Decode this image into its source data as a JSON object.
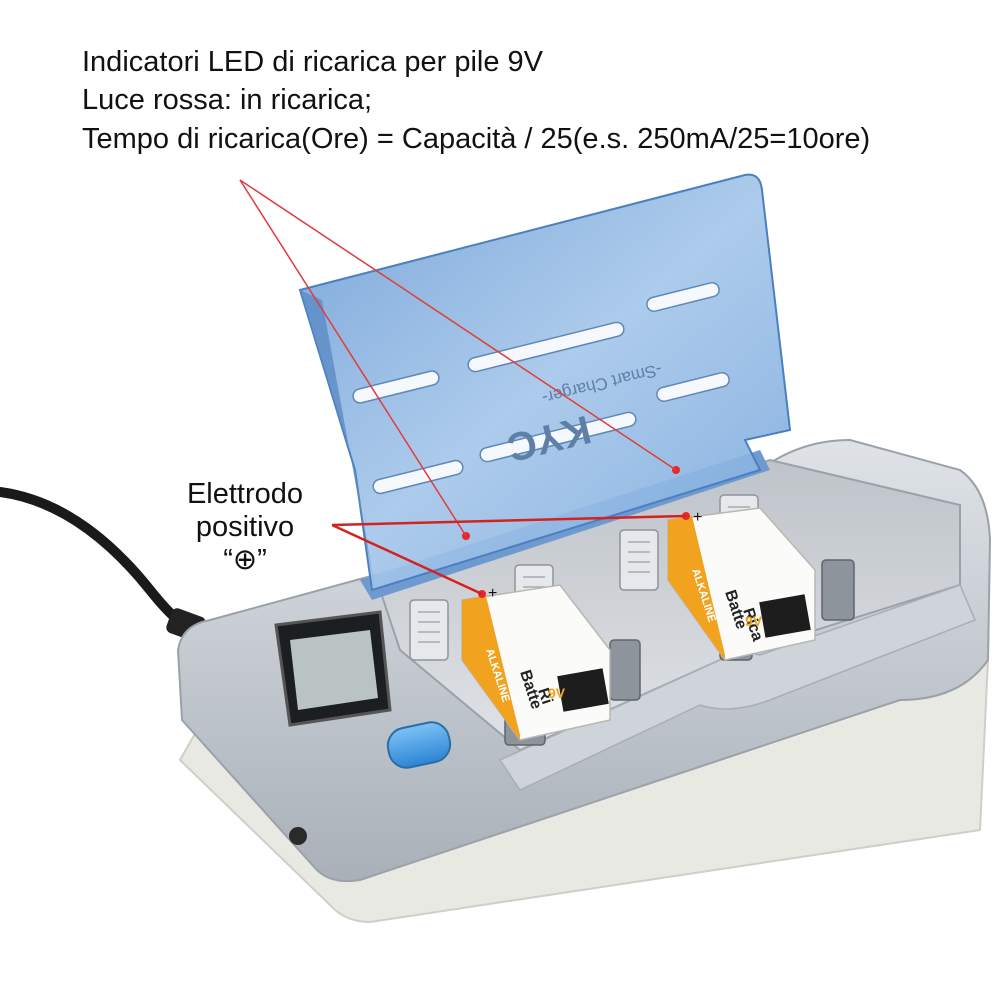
{
  "annotations": {
    "line1": "Indicatori LED di ricarica per pile 9V",
    "line2": "Luce rossa: in ricarica;",
    "line3": "Tempo di ricarica(Ore) = Capacità / 25(e.s. 250mA/25=10ore)"
  },
  "electrode_label": {
    "line1": "Elettrodo",
    "line2": "positivo",
    "line3": "“⊕”"
  },
  "lid": {
    "brand": "KYC",
    "subtitle": "-Smart Charger-"
  },
  "batteries": [
    {
      "line1": "Batte",
      "line2": "Ri",
      "side": "ALKALINE",
      "badge": "9V"
    },
    {
      "line1": "Batte",
      "line2": "Rica",
      "side": "ALKALINE",
      "badge": "9V"
    }
  ],
  "colors": {
    "lid_blue": "#8fb7e3",
    "body_silver": "#c3c9d0",
    "tray_grey": "#d3d6da",
    "button_blue": "#3d95e0",
    "led_red": "#e8262b",
    "battery_orange": "#f1a21f"
  }
}
